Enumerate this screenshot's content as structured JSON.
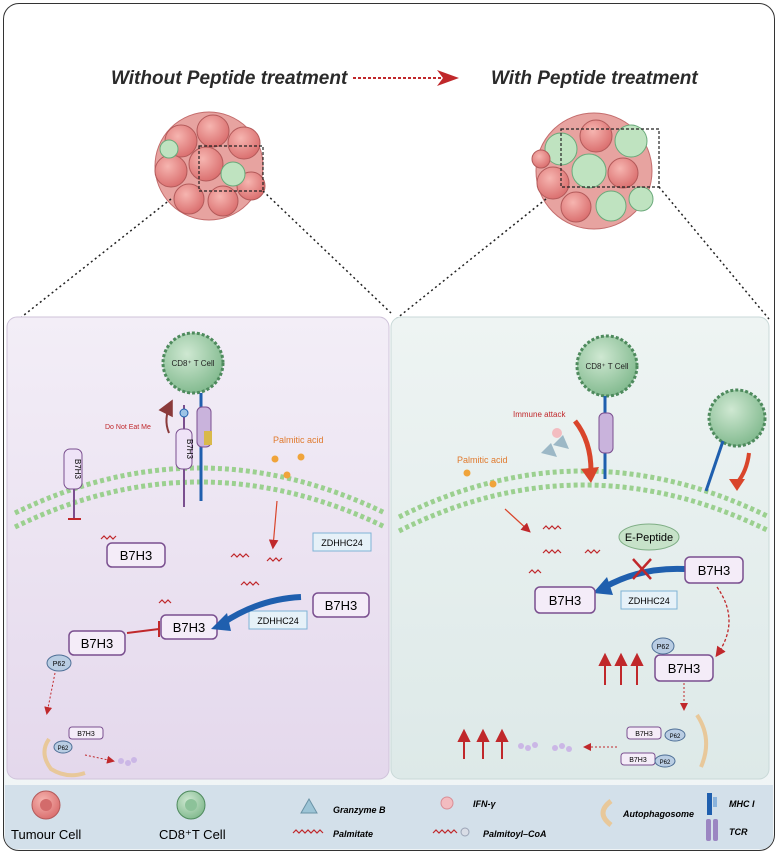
{
  "header": {
    "left_title": "Without Peptide treatment",
    "right_title": "With Peptide treatment"
  },
  "left_panel": {
    "t_cell": "CD8⁺ T Cell",
    "dont_eat": "Do Not Eat Me",
    "b7h3_vertical_1": "B7H3",
    "b7h3_vertical_2": "B7H3",
    "palmitic_acid": "Palmitic acid",
    "zdhhc24_a": "ZDHHC24",
    "zdhhc24_b": "ZDHHC24",
    "b7h3_a": "B7H3",
    "b7h3_b": "B7H3",
    "b7h3_c": "B7H3",
    "b7h3_d": "B7H3",
    "b7h3_small": "B7H3",
    "p62_a": "P62",
    "p62_b": "P62"
  },
  "right_panel": {
    "t_cell": "CD8⁺ T Cell",
    "immune_attack": "Immune attack",
    "palmitic_acid": "Palmitic acid",
    "e_peptide": "E-Peptide",
    "zdhhc24": "ZDHHC24",
    "b7h3_a": "B7H3",
    "b7h3_b": "B7H3",
    "b7h3_c": "B7H3",
    "b7h3_small_1": "B7H3",
    "b7h3_small_2": "B7H3",
    "p62_a": "P62",
    "p62_b": "P62",
    "p62_c": "P62"
  },
  "legend": {
    "tumour_cell": "Tumour Cell",
    "cd8_t_cell": "CD8⁺T Cell",
    "granzyme_b": "Granzyme B",
    "palmitate": "Palmitate",
    "ifn_gamma": "IFN-γ",
    "palmitoyl_coa": "Palmitoyl–CoA",
    "autophagosome": "Autophagosome",
    "mhc_i": "MHC I",
    "tcr": "TCR"
  },
  "colors": {
    "tumour": "#e98a8a",
    "tcell": "#9fd0a8",
    "membrane": "#9bd08f",
    "arrow_red": "#c0282b",
    "arrow_blue": "#1f5fae",
    "box_border": "#7a4f8f",
    "legend_bg": "#d3e0ea"
  }
}
